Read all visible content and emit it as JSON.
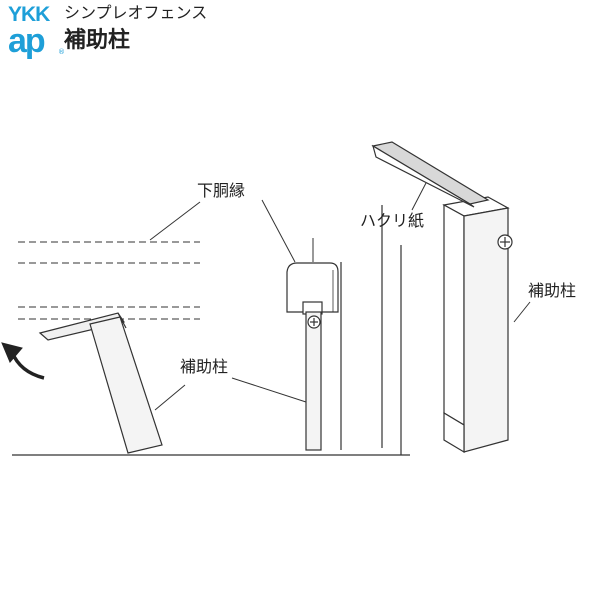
{
  "brand": {
    "ykk": "YKK",
    "ap": "ap",
    "registered": "®"
  },
  "header": {
    "product": "シンプレオフェンス",
    "part": "補助柱"
  },
  "labels": {
    "lower_rail": "下胴縁",
    "peel_paper": "ハクリ紙",
    "post_left": "補助柱",
    "post_right": "補助柱"
  },
  "colors": {
    "brand_blue": "#1e9fd8",
    "line": "#333333",
    "post_fill": "#f4f4f4",
    "shade": "#d8d8d8"
  }
}
